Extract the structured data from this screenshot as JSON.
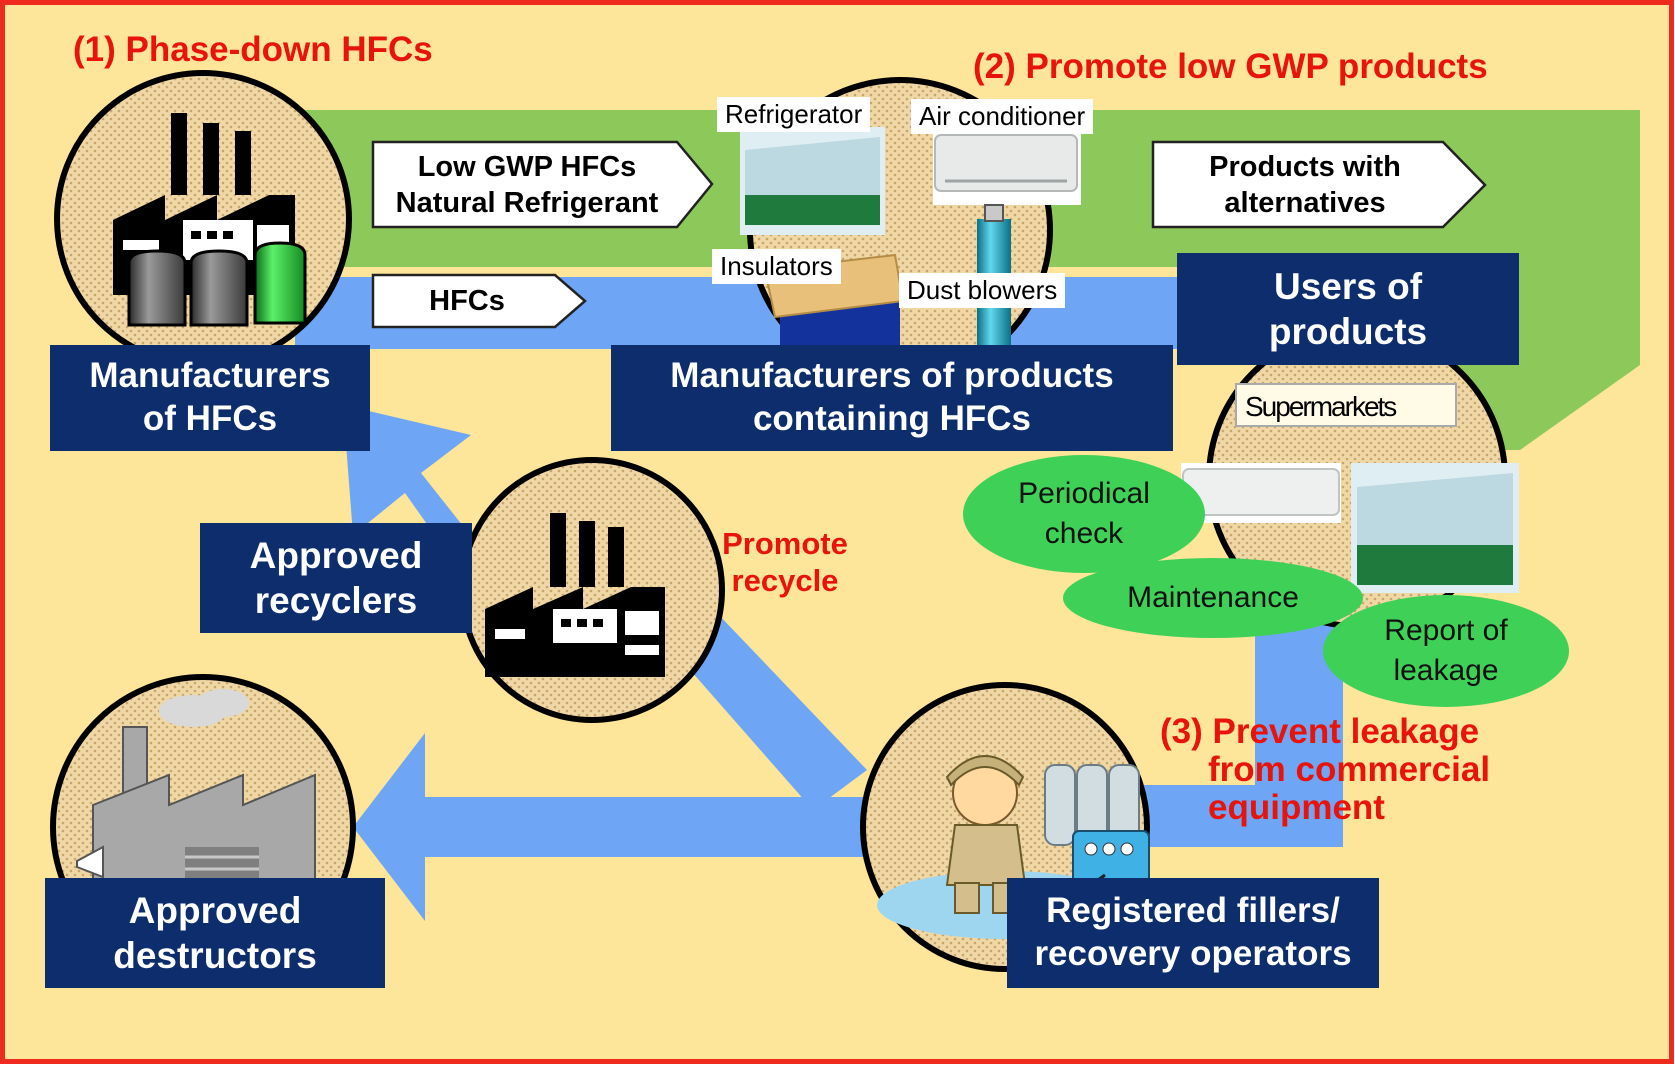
{
  "titles": {
    "phase_down": "(1) Phase-down HFCs",
    "promote_low_gwp": "(2) Promote low GWP products",
    "prevent_leakage_line1": "(3) Prevent  leakage",
    "prevent_leakage_line2": "from commercial",
    "prevent_leakage_line3": "equipment",
    "promote_recycle_line1": "Promote",
    "promote_recycle_line2": "recycle"
  },
  "flow_arrows": {
    "low_gwp_line1": "Low GWP HFCs",
    "low_gwp_line2": "Natural Refrigerant",
    "hfcs": "HFCs",
    "products_alt_line1": "Products with",
    "products_alt_line2": "alternatives"
  },
  "actors": {
    "manufacturers_hfcs_line1": "Manufacturers",
    "manufacturers_hfcs_line2": "of HFCs",
    "manufacturers_products_line1": "Manufacturers of  products",
    "manufacturers_products_line2": "containing HFCs",
    "users_line1": "Users of",
    "users_line2": "products",
    "recyclers_line1": "Approved",
    "recyclers_line2": "recyclers",
    "destructors_line1": "Approved",
    "destructors_line2": "destructors",
    "fillers_line1": "Registered fillers/",
    "fillers_line2": "recovery operators"
  },
  "product_labels": {
    "refrigerator": "Refrigerator",
    "air_conditioner": "Air conditioner",
    "insulators": "Insulators",
    "dust_blowers": "Dust blowers",
    "supermarkets": "Supermarkets"
  },
  "user_actions": {
    "periodical_line1": "Periodical",
    "periodical_line2": "check",
    "maintenance": "Maintenance",
    "report_line1": "Report of",
    "report_line2": "leakage"
  },
  "colors": {
    "background": "#fde59a",
    "border": "#ee2b1c",
    "navy": "#0d2d6c",
    "green_band": "#8dc85a",
    "blue_band": "#6ea6f5",
    "title_red": "#e8140c",
    "oval_green": "#3fd157"
  }
}
